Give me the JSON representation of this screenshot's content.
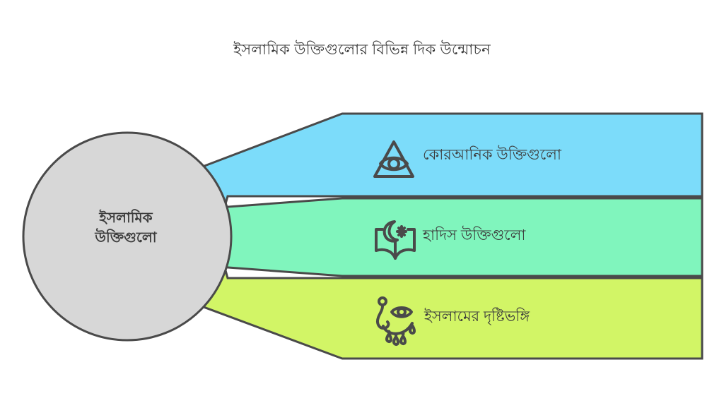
{
  "page": {
    "background_color": "#ffffff",
    "text_color": "#3c3c3c",
    "outline_color": "#4a4a4a"
  },
  "title": "ইসলামিক উক্তিগুলোর বিভিন্ন দিক উন্মোচন",
  "hub": {
    "label_line1": "ইসলামিক",
    "label_line2": "উক্তিগুলো",
    "fill_color": "#d7d7d7"
  },
  "bands": [
    {
      "label": "কোরআনিক উক্তিগুলো",
      "icon": "all-seeing-eye-triangle-icon",
      "color": "#7cdcfa"
    },
    {
      "label": "হাদিস উক্তিগুলো",
      "icon": "open-book-crescent-star-icon",
      "color": "#80f5bd"
    },
    {
      "label": "ইসলামের দৃষ্টিভঙ্গি",
      "icon": "evil-eye-amulet-icon",
      "color": "#d2f566"
    }
  ]
}
